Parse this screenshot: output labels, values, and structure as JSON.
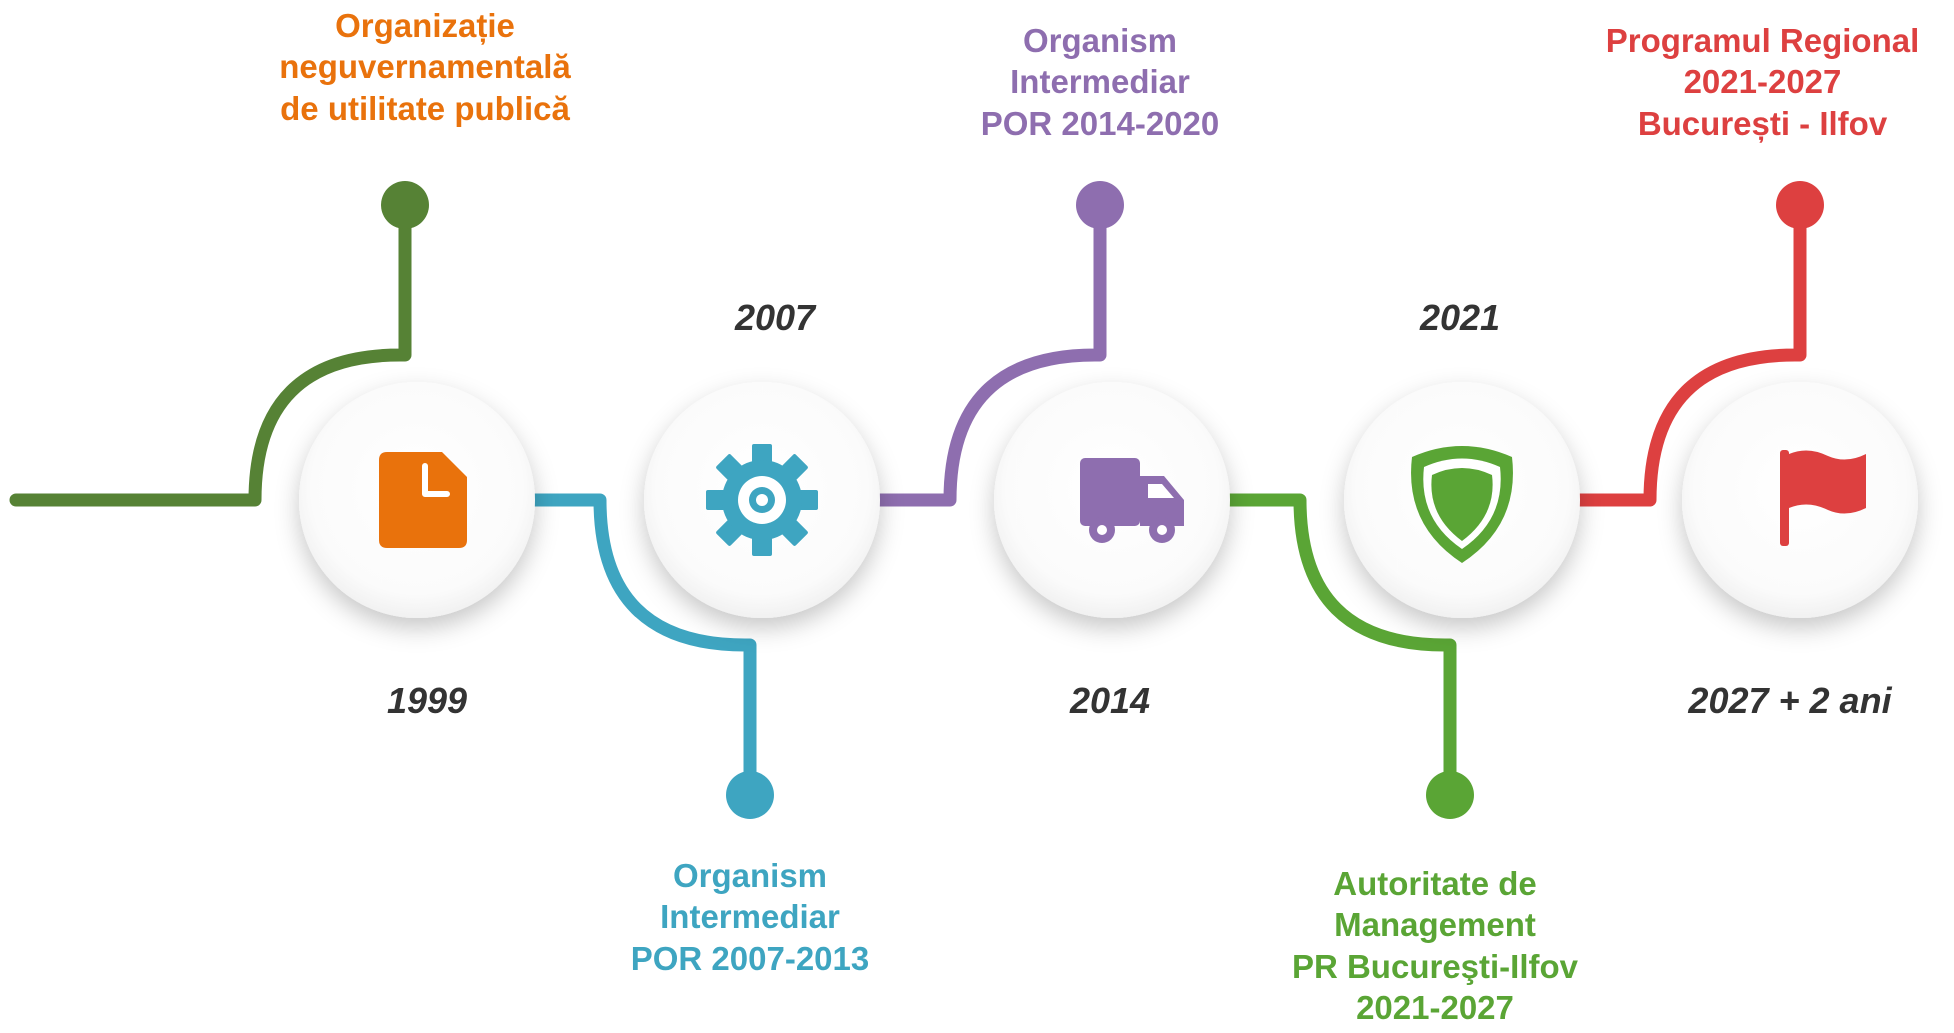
{
  "colors": {
    "green": "#568235",
    "blue": "#3ea5c1",
    "purple": "#8e6eaf",
    "lightgreen": "#5aa535",
    "red": "#dd4040",
    "orange": "#e9720c",
    "year_text": "#333333"
  },
  "milestones": [
    {
      "year": "1999",
      "icon": "document-icon",
      "label": [
        "Organizație",
        "neguvernamentală",
        "de utilitate publică"
      ]
    },
    {
      "year": "2007",
      "icon": "gear-icon",
      "label": [
        "Organism",
        "Intermediar",
        "POR 2007-2013"
      ]
    },
    {
      "year": "2014",
      "icon": "truck-icon",
      "label": [
        "Organism",
        "Intermediar",
        "POR 2014-2020"
      ]
    },
    {
      "year": "2021",
      "icon": "shield-icon",
      "label": [
        "Autoritate de",
        "Management",
        "PR Bucureşti-Ilfov",
        "2021-2027"
      ]
    },
    {
      "year": "2027 + 2 ani",
      "icon": "flag-icon",
      "label": [
        "Programul Regional",
        "2021-2027",
        "București - Ilfov"
      ]
    }
  ]
}
